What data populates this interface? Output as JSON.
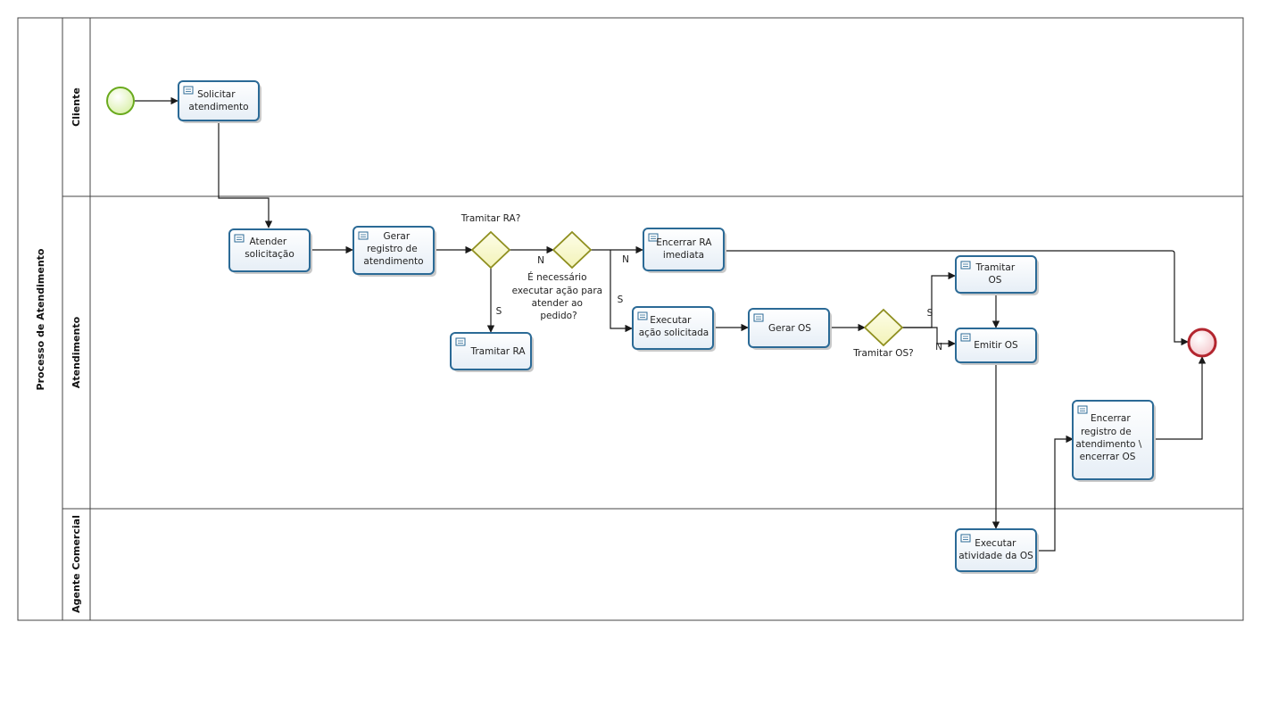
{
  "pool": {
    "title": "Processo de Atendimento"
  },
  "lanes": [
    {
      "id": "cliente",
      "title": "Cliente"
    },
    {
      "id": "atendimento",
      "title": "Atendimento"
    },
    {
      "id": "agente",
      "title": "Agente Comercial"
    }
  ],
  "tasks": {
    "solicitar": [
      "Solicitar",
      "atendimento"
    ],
    "atender": [
      "Atender",
      "solicitação"
    ],
    "gerar_registro": [
      "Gerar",
      "registro de",
      "atendimento"
    ],
    "tramitar_ra": [
      "Tramitar RA"
    ],
    "encerrar_ra": [
      "Encerrar RA",
      "imediata"
    ],
    "executar_acao": [
      "Executar",
      "ação solicitada"
    ],
    "gerar_os": [
      "Gerar OS"
    ],
    "tramitar_os": [
      "Tramitar",
      "OS"
    ],
    "emitir_os": [
      "Emitir OS"
    ],
    "encerrar_registro": [
      "Encerrar",
      "registro de",
      "atendimento \\",
      "encerrar OS"
    ],
    "executar_atividade": [
      "Executar",
      "atividade da OS"
    ]
  },
  "gateways": {
    "tramitar_ra_q": [
      "Tramitar  RA?"
    ],
    "necessario_q": [
      "É necessário",
      "executar ação para",
      "atender ao",
      "pedido?"
    ],
    "tramitar_os_q": [
      "Tramitar OS?"
    ]
  },
  "flow_labels": {
    "ra_n": "N",
    "ra_s": "S",
    "nec_n": "N",
    "nec_s": "S",
    "os_s": "S",
    "os_n": "N"
  },
  "colors": {
    "task_border": "#2b6a96",
    "start_event": "#6aaa1e",
    "end_event": "#b3262f",
    "gateway_border": "#8f8f1f"
  },
  "icons": {
    "task_marker": "task-icon"
  }
}
